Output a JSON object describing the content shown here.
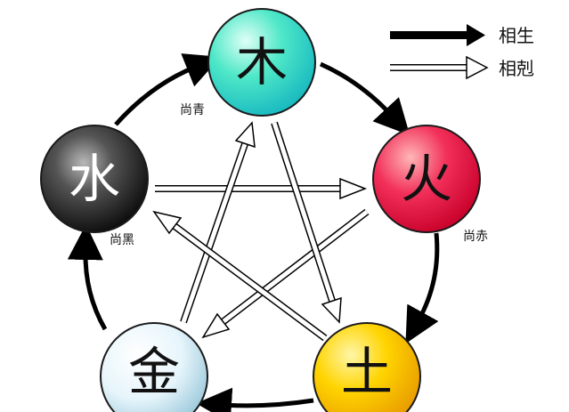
{
  "nodes": {
    "wood": {
      "char": "木",
      "label": "尚青"
    },
    "fire": {
      "char": "火",
      "label": "尚赤"
    },
    "earth": {
      "char": "土",
      "label": ""
    },
    "metal": {
      "char": "金",
      "label": ""
    },
    "water": {
      "char": "水",
      "label": "尚黑"
    }
  },
  "legend": {
    "generating": "相生",
    "overcoming": "相剋"
  },
  "colors": {
    "wood": "#2fe0c0",
    "fire": "#e8103a",
    "earth": "#f2c400",
    "metal": "#cfe9f4",
    "water": "#111111",
    "arrow": "#000000"
  }
}
